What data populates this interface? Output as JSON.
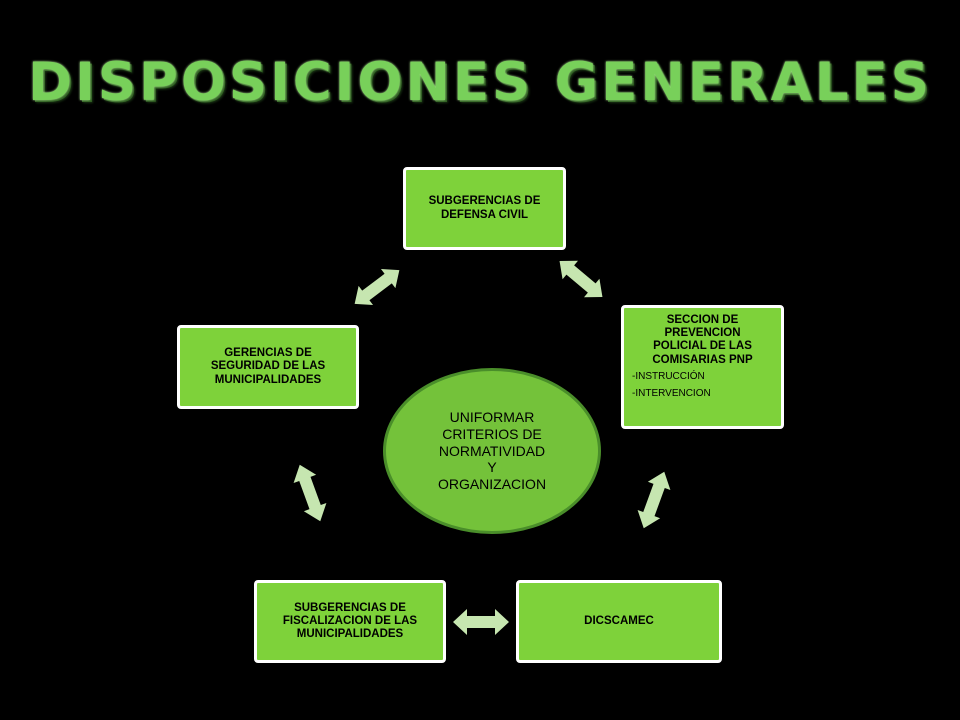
{
  "title": "DISPOSICIONES GENERALES",
  "colors": {
    "background": "#000000",
    "title_green": "#78d05a",
    "box_green": "#7ed23a",
    "box_border": "#ffffff",
    "center_fill": "#74c23a",
    "center_border": "#4a8e2a",
    "arrow_fill": "#c6e6b0"
  },
  "center": {
    "lines": [
      "UNIFORMAR",
      "CRITERIOS DE",
      "NORMATIVIDAD",
      "Y",
      "ORGANIZACION"
    ]
  },
  "nodes": {
    "defensa_civil": {
      "lines": [
        "SUBGERENCIAS  DE",
        "DEFENSA CIVIL"
      ]
    },
    "prevencion": {
      "lines": [
        "SECCION DE",
        "PREVENCION",
        "POLICIAL DE LAS",
        "COMISARIAS PNP"
      ],
      "items": [
        "-INSTRUCCIÓN",
        "-INTERVENCION"
      ]
    },
    "dicscamec": {
      "lines": [
        "DICSCAMEC"
      ]
    },
    "fiscalizacion": {
      "lines": [
        "SUBGERENCIAS DE",
        "FISCALIZACION DE LAS",
        "MUNICIPALIDADES"
      ]
    },
    "seguridad": {
      "lines": [
        "GERENCIAS DE",
        "SEGURIDAD DE LAS",
        "MUNICIPALIDADES"
      ]
    }
  },
  "arrows": [
    {
      "name": "arrow-defensa-prevencion",
      "from": "defensa_civil",
      "to": "prevencion"
    },
    {
      "name": "arrow-prevencion-dicscamec",
      "from": "prevencion",
      "to": "dicscamec"
    },
    {
      "name": "arrow-dicscamec-fiscalizacion",
      "from": "dicscamec",
      "to": "fiscalizacion"
    },
    {
      "name": "arrow-fiscalizacion-seguridad",
      "from": "fiscalizacion",
      "to": "seguridad"
    },
    {
      "name": "arrow-seguridad-defensa",
      "from": "seguridad",
      "to": "defensa_civil"
    }
  ]
}
